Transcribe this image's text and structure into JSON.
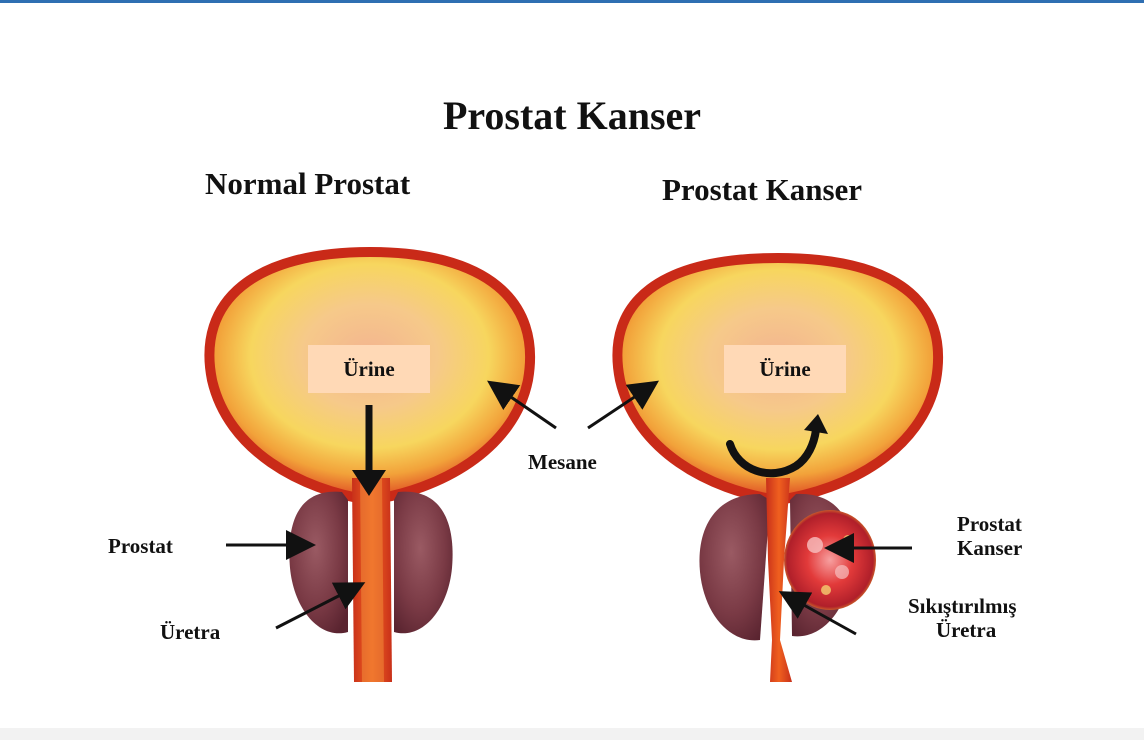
{
  "title": "Prostat Kanser",
  "left_panel": {
    "heading": "Normal Prostat",
    "urine_label": "Ürine",
    "prostate_label": "Prostat",
    "urethra_label": "Üretra"
  },
  "right_panel": {
    "heading": "Prostat Kanser",
    "urine_label": "Ürine",
    "cancer_label_line1": "Prostat",
    "cancer_label_line2": "Kanser",
    "compressed_label_line1": "Sıkıştırılmış",
    "compressed_label_line2": "Üretra"
  },
  "shared": {
    "bladder_label": "Mesane"
  },
  "colors": {
    "bladder_wall": "#d9301c",
    "bladder_inner": "#f6c95a",
    "bladder_core": "#f4b88a",
    "prostate": "#7a3a45",
    "urethra": "#e2451f",
    "tumor": "#e23a3a",
    "accent_rule": "#2f6fb2"
  }
}
